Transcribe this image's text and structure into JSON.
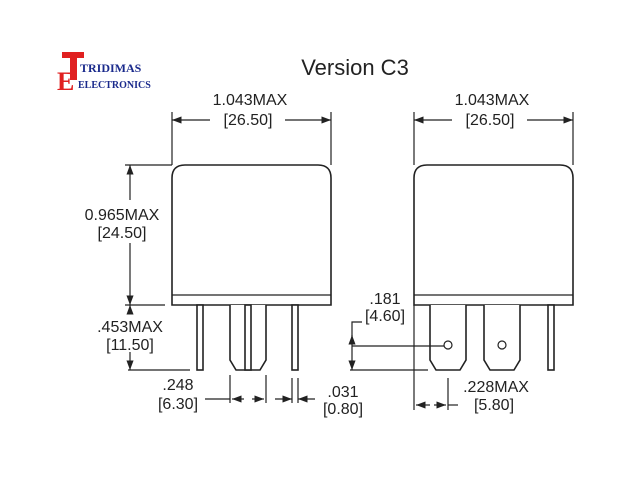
{
  "logo": {
    "line1": "TRIDIMAS",
    "line2": "ELECTRONICS",
    "initial_t": "T",
    "initial_e": "E",
    "colors": {
      "red": "#e02020",
      "blue": "#1a2a8c"
    }
  },
  "title": "Version C3",
  "left_view": {
    "width_in": "1.043MAX",
    "width_mm": "[26.50]",
    "height_in": "0.965MAX",
    "height_mm": "[24.50]",
    "lead_in": ".453MAX",
    "lead_mm": "[11.50]",
    "blade_in": ".248",
    "blade_mm": "[6.30]",
    "pin_in": ".031",
    "pin_mm": "[0.80]"
  },
  "right_view": {
    "width_in": "1.043MAX",
    "width_mm": "[26.50]",
    "hole_in": ".181",
    "hole_mm": "[4.60]",
    "offset_in": ".228MAX",
    "offset_mm": "[5.80]"
  }
}
